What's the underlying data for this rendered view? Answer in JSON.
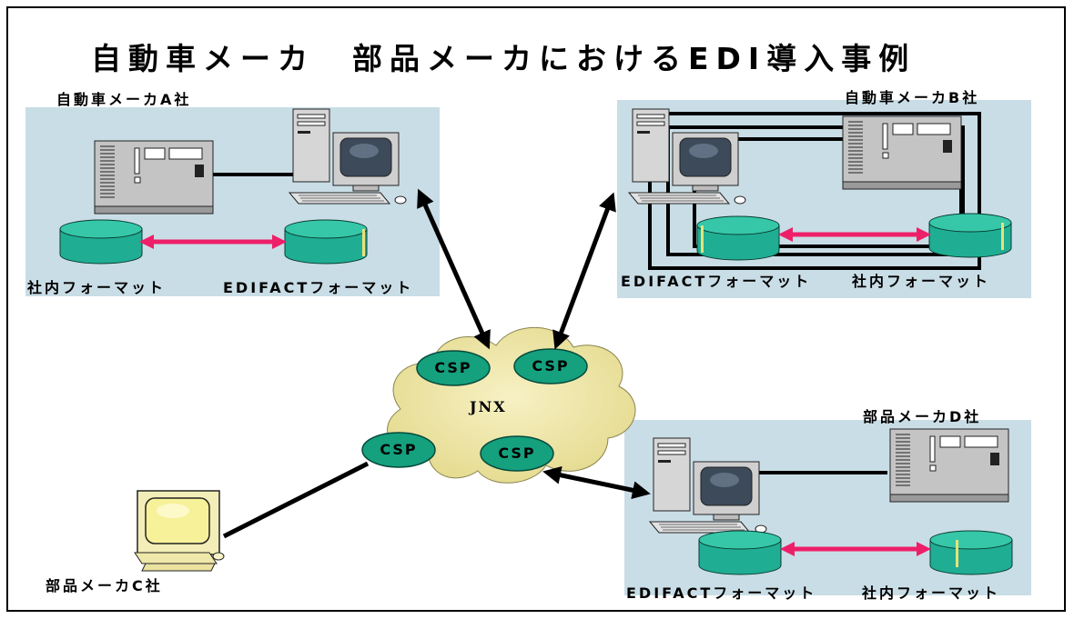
{
  "title": "自動車メーカ　部品メーカにおけるEDI導入事例",
  "companies": {
    "a": {
      "name": "自動車メーカA社",
      "left_format": "社内フォーマット",
      "right_format": "EDIFACTフォーマット"
    },
    "b": {
      "name": "自動車メーカB社",
      "left_format": "EDIFACTフォーマット",
      "right_format": "社内フォーマット"
    },
    "c": {
      "name": "部品メーカC社"
    },
    "d": {
      "name": "部品メーカD社",
      "left_format": "EDIFACTフォーマット",
      "right_format": "社内フォーマット"
    }
  },
  "network": {
    "name": "JNX",
    "csp_nodes": [
      "CSP",
      "CSP",
      "CSP",
      "CSP"
    ]
  },
  "colors": {
    "panel": "#c9dde6",
    "database": "#1fae93",
    "csp": "#15a07e",
    "cloud": "#efe6a6",
    "sync_arrow": "#ee1f69",
    "link": "#000000",
    "server": "#c4c4c4",
    "crt_screen": "#3c4a5a",
    "pc_c_screen": "#f7f19a"
  },
  "icons": [
    "server-icon",
    "workstation-icon",
    "database-icon",
    "pc-icon",
    "cloud-icon"
  ]
}
